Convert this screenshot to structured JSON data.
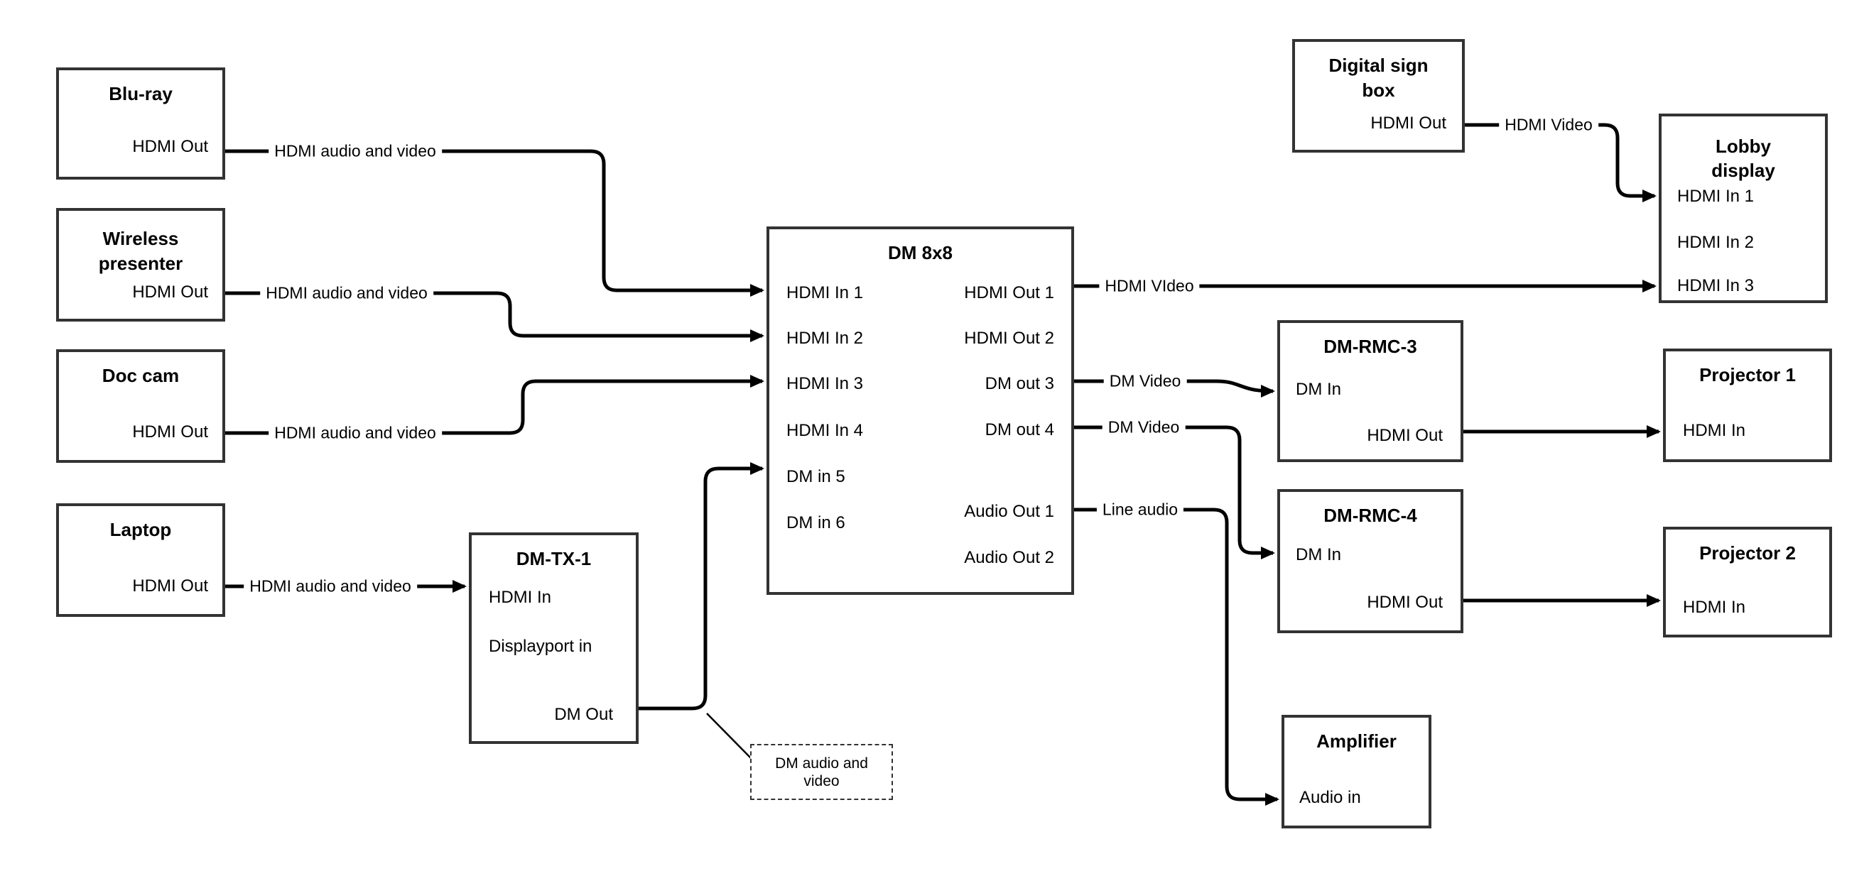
{
  "diagram": {
    "nodes": {
      "bluray": {
        "title": "Blu-ray",
        "port_hdmi_out": "HDMI Out"
      },
      "wireless": {
        "title1": "Wireless",
        "title2": "presenter",
        "port_hdmi_out": "HDMI Out"
      },
      "doccam": {
        "title": "Doc cam",
        "port_hdmi_out": "HDMI Out"
      },
      "laptop": {
        "title": "Laptop",
        "port_hdmi_out": "HDMI Out"
      },
      "dmtx": {
        "title": "DM-TX-1",
        "port_hdmi_in": "HDMI In",
        "port_dp_in": "Displayport in",
        "port_dm_out": "DM Out"
      },
      "dm8x8": {
        "title": "DM 8x8",
        "in1": "HDMI In 1",
        "in2": "HDMI In 2",
        "in3": "HDMI In 3",
        "in4": "HDMI In 4",
        "in5": "DM in 5",
        "in6": "DM in 6",
        "out1": "HDMI Out 1",
        "out2": "HDMI Out 2",
        "out3": "DM out 3",
        "out4": "DM out 4",
        "aout1": "Audio Out 1",
        "aout2": "Audio Out 2"
      },
      "digital_sign": {
        "title1": "Digital sign",
        "title2": "box",
        "port_hdmi_out": "HDMI Out"
      },
      "lobby": {
        "title1": "Lobby",
        "title2": "display",
        "in1": "HDMI In 1",
        "in2": "HDMI In 2",
        "in3": "HDMI In 3"
      },
      "rmc3": {
        "title": "DM-RMC-3",
        "port_dm_in": "DM In",
        "port_hdmi_out": "HDMI Out"
      },
      "rmc4": {
        "title": "DM-RMC-4",
        "port_dm_in": "DM In",
        "port_hdmi_out": "HDMI Out"
      },
      "proj1": {
        "title": "Projector 1",
        "port_hdmi_in": "HDMI In"
      },
      "proj2": {
        "title": "Projector 2",
        "port_hdmi_in": "HDMI In"
      },
      "amp": {
        "title": "Amplifier",
        "port_audio_in": "Audio in"
      }
    },
    "connectors": {
      "bluray_to_dm8x8": "HDMI audio and video",
      "wireless_to_dm8x8": "HDMI audio and video",
      "doccam_to_dm8x8": "HDMI audio and video",
      "laptop_to_dmtx": "HDMI audio and video",
      "hdmiout1_to_lobby": "HDMI VIdeo",
      "dmout3_to_rmc3": "DM Video",
      "dmout4_to_rmc4": "DM Video",
      "audioout1_to_amp": "Line audio",
      "digital_to_lobby": "HDMI Video"
    },
    "annotation": {
      "line1": "DM audio and",
      "line2": "video"
    },
    "colors": {
      "line": "#000000",
      "border": "#333333",
      "background": "#ffffff",
      "text": "#000000"
    }
  }
}
